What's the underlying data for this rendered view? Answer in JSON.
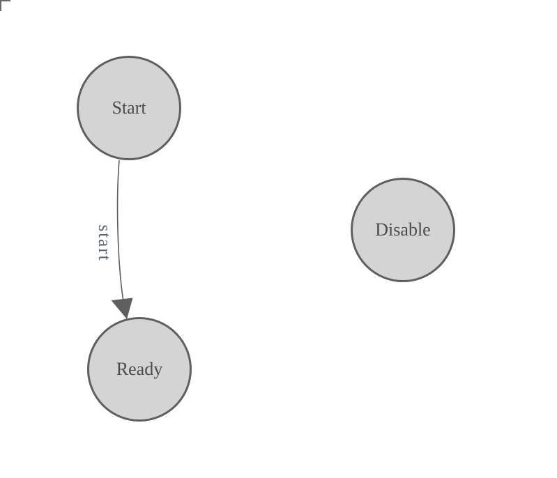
{
  "diagram": {
    "type": "state-machine",
    "nodes": [
      {
        "id": "start",
        "label": "Start"
      },
      {
        "id": "ready",
        "label": "Ready"
      },
      {
        "id": "disable",
        "label": "Disable"
      }
    ],
    "edges": [
      {
        "from": "start",
        "to": "ready",
        "label": "start"
      }
    ],
    "colors": {
      "background": "#ffffff",
      "node_fill": "#d4d4d4",
      "node_stroke": "#5f5f5f",
      "node_label": "#4c4c4c",
      "edge_line": "#5c5c5c",
      "arrowhead": "#5f5f5f",
      "edge_label": "#5a6575",
      "corner_mark": "#686868"
    }
  }
}
